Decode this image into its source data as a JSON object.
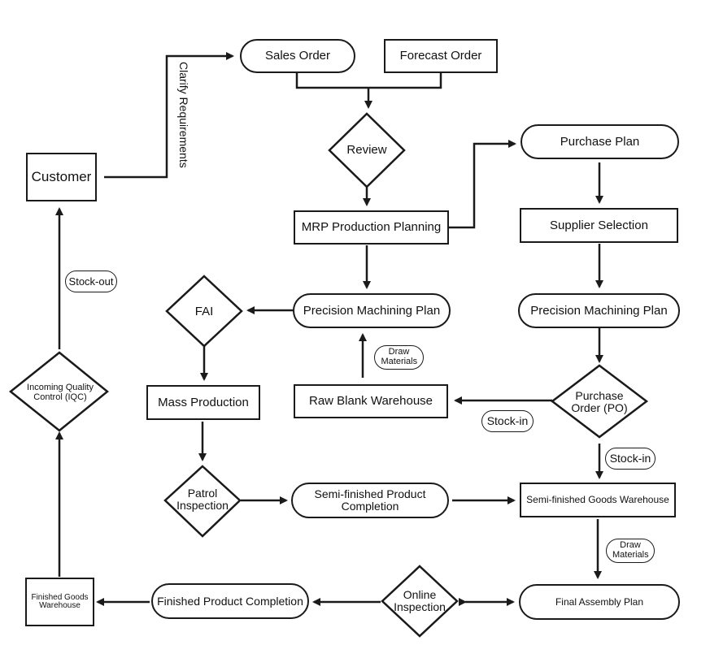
{
  "diagram": {
    "nodes": {
      "sales_order": "Sales Order",
      "forecast_order": "Forecast Order",
      "review": "Review",
      "customer": "Customer",
      "clarify_requirements": "Clarify Requirements",
      "mrp_planning": "MRP Production Planning",
      "purchase_plan": "Purchase Plan",
      "supplier_selection": "Supplier Selection",
      "stock_out": "Stock-out",
      "fai": "FAI",
      "precision_plan_left": "Precision Machining Plan",
      "precision_plan_right": "Precision Machining Plan",
      "draw_materials_1": "Draw Materials",
      "iqc": "Incoming Quality Control (IQC)",
      "mass_production": "Mass Production",
      "raw_blank_warehouse": "Raw Blank Warehouse",
      "purchase_order": "Purchase Order (PO)",
      "stock_in_1": "Stock-in",
      "stock_in_2": "Stock-in",
      "patrol_inspection": "Patrol Inspection",
      "semi_finished_completion": "Semi-finished Product Completion",
      "semi_finished_warehouse": "Semi-finished Goods Warehouse",
      "draw_materials_2": "Draw Materials",
      "finished_goods_warehouse": "Finished Goods Warehouse",
      "finished_product_completion": "Finished Product Completion",
      "online_inspection": "Online Inspection",
      "final_assembly_plan": "Final Assembly Plan"
    }
  }
}
